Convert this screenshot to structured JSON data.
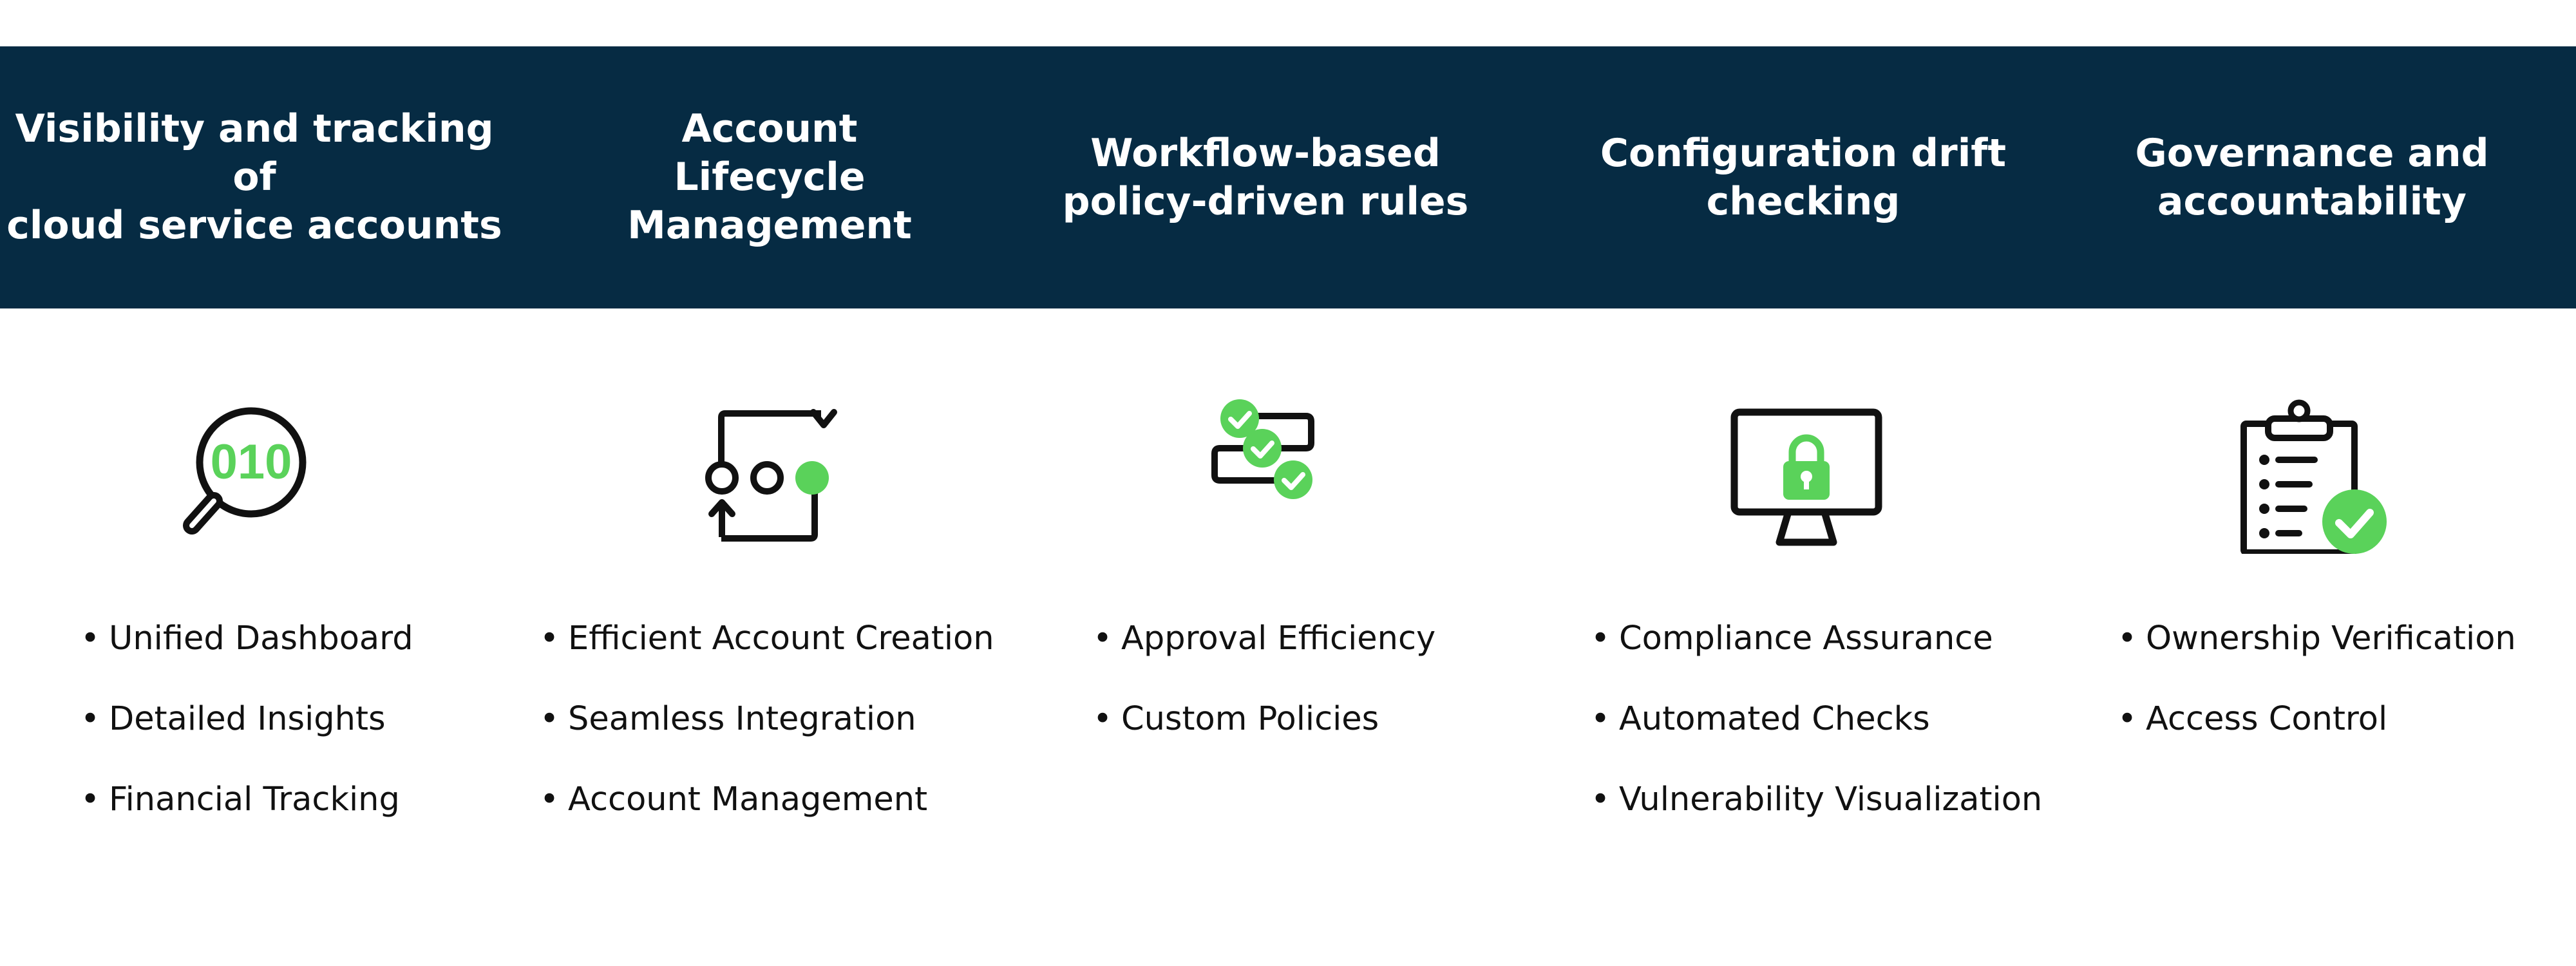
{
  "colors": {
    "band": "#062b43",
    "accent": "#5ad25a",
    "text": "#111111",
    "icon_stroke": "#111111"
  },
  "columns": [
    {
      "heading": "Visibility and tracking\nof\ncloud service accounts",
      "icon": "magnifier-binary-icon",
      "icon_text": "010",
      "items": [
        "Unified Dashboard",
        "Detailed Insights",
        "Financial Tracking"
      ]
    },
    {
      "heading": "Account\nLifecycle\nManagement",
      "icon": "lifecycle-cycle-icon",
      "items": [
        "Efficient Account Creation",
        "Seamless Integration",
        "Account Management"
      ]
    },
    {
      "heading": "Workflow-based\npolicy-driven rules",
      "icon": "workflow-checks-icon",
      "items": [
        "Approval Efficiency",
        "Custom Policies"
      ]
    },
    {
      "heading": "Configuration drift\nchecking",
      "icon": "monitor-lock-icon",
      "items": [
        "Compliance Assurance",
        "Automated Checks",
        "Vulnerability Visualization"
      ]
    },
    {
      "heading": "Governance and\naccountability",
      "icon": "clipboard-check-icon",
      "items": [
        "Ownership Verification",
        "Access Control"
      ]
    }
  ]
}
